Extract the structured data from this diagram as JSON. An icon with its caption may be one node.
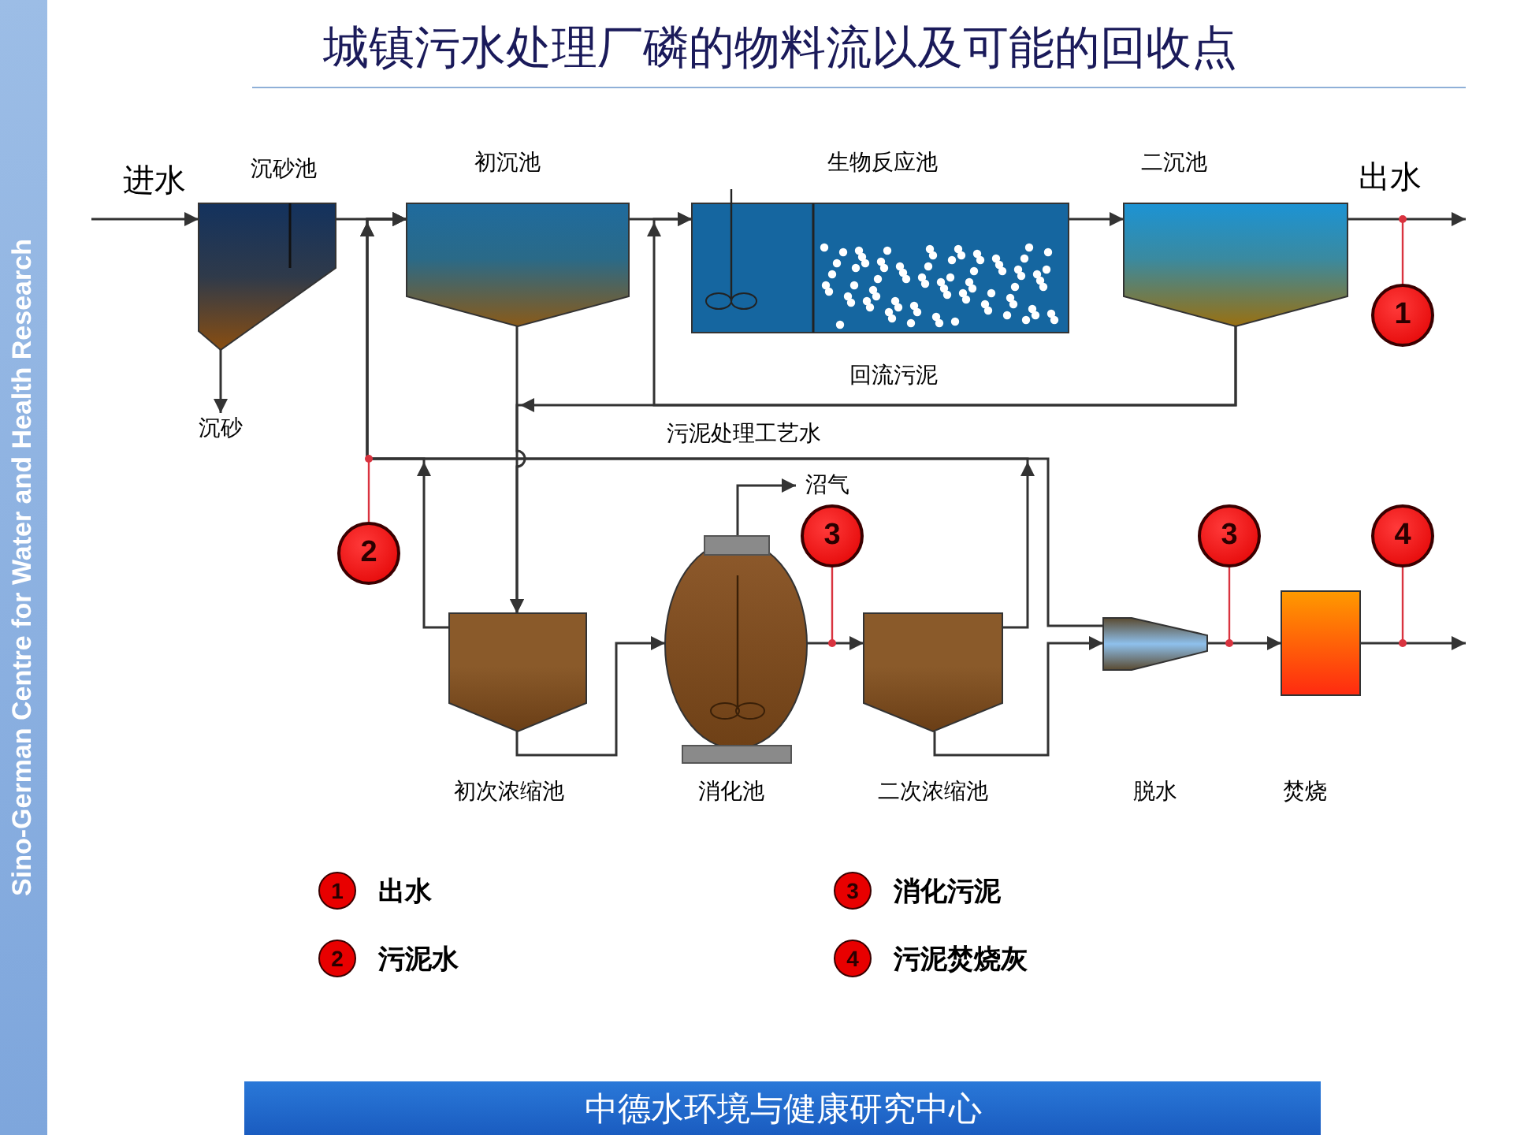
{
  "diagram": {
    "title": "城镇污水处理厂磷的物料流以及可能的回收点",
    "nodes": [
      {
        "text": [
          "沉砂池"
        ]
      },
      {
        "text": [
          "初沉池"
        ]
      },
      {
        "text": [
          "生物反应池"
        ]
      },
      {
        "text": [
          "二沉池"
        ]
      },
      {
        "text": [
          "初次浓缩池"
        ]
      },
      {
        "text": [
          "消化池"
        ]
      },
      {
        "text": [
          "二次浓缩池"
        ]
      },
      {
        "text": [
          "脱水"
        ]
      },
      {
        "text": [
          "焚烧"
        ]
      },
      {
        "text": [
          "沉砂"
        ]
      },
      {
        "text": [
          "沼气"
        ]
      },
      {
        "text": [
          "1"
        ]
      },
      {
        "text": [
          "2"
        ]
      },
      {
        "text": [
          "3"
        ]
      },
      {
        "text": [
          "3"
        ]
      },
      {
        "text": [
          "4"
        ]
      },
      {
        "text": [
          "出水"
        ]
      }
    ],
    "edges": [
      {
        "from": null,
        "to": 0,
        "arrow": "to"
      },
      {
        "from": 0,
        "to": 9,
        "arrow": "to"
      },
      {
        "from": 0,
        "to": 1,
        "arrow": "to"
      },
      {
        "from": 1,
        "to": 2,
        "arrow": "to"
      },
      {
        "from": 2,
        "to": 3,
        "arrow": "to"
      },
      {
        "from": 3,
        "to": 16,
        "arrow": "to"
      },
      {
        "from": 3,
        "to": 2,
        "arrow": "to",
        "label": "回流污泥"
      },
      {
        "from": 3,
        "to": 4,
        "arrow": "to"
      },
      {
        "from": 1,
        "to": 4,
        "arrow": "to"
      },
      {
        "from": 4,
        "to": 1,
        "arrow": "to"
      },
      {
        "from": 6,
        "to": 1,
        "arrow": "to",
        "label": "污泥处理工艺水"
      },
      {
        "from": 7,
        "to": 1,
        "arrow": "to"
      },
      {
        "from": 4,
        "to": 5,
        "arrow": "to"
      },
      {
        "from": 5,
        "to": 6,
        "arrow": "to"
      },
      {
        "from": 5,
        "to": 10,
        "arrow": "to"
      },
      {
        "from": 6,
        "to": 7,
        "arrow": "to"
      },
      {
        "from": 7,
        "to": 8,
        "arrow": "to"
      },
      {
        "from": 8,
        "to": null,
        "arrow": "to"
      },
      {
        "from": 11,
        "to": 16,
        "arrow": "other",
        "color": "#d9333f"
      },
      {
        "from": 12,
        "to": null,
        "arrow": "other",
        "color": "#d9333f"
      },
      {
        "from": 13,
        "to": 5,
        "arrow": "other",
        "color": "#d9333f"
      },
      {
        "from": 14,
        "to": 7,
        "arrow": "other",
        "color": "#d9333f"
      },
      {
        "from": 15,
        "to": null,
        "arrow": "other",
        "color": "#d9333f"
      }
    ],
    "labels": [
      "Sino-German Centre for Water and Health Research",
      "进水",
      "1",
      "3",
      "2",
      "4",
      "中德水环境与健康研究中心"
    ],
    "legend": [
      {
        "text": "出水"
      },
      {
        "text": "消化污泥"
      },
      {
        "text": "污泥水"
      },
      {
        "text": "污泥焚烧灰"
      }
    ]
  }
}
